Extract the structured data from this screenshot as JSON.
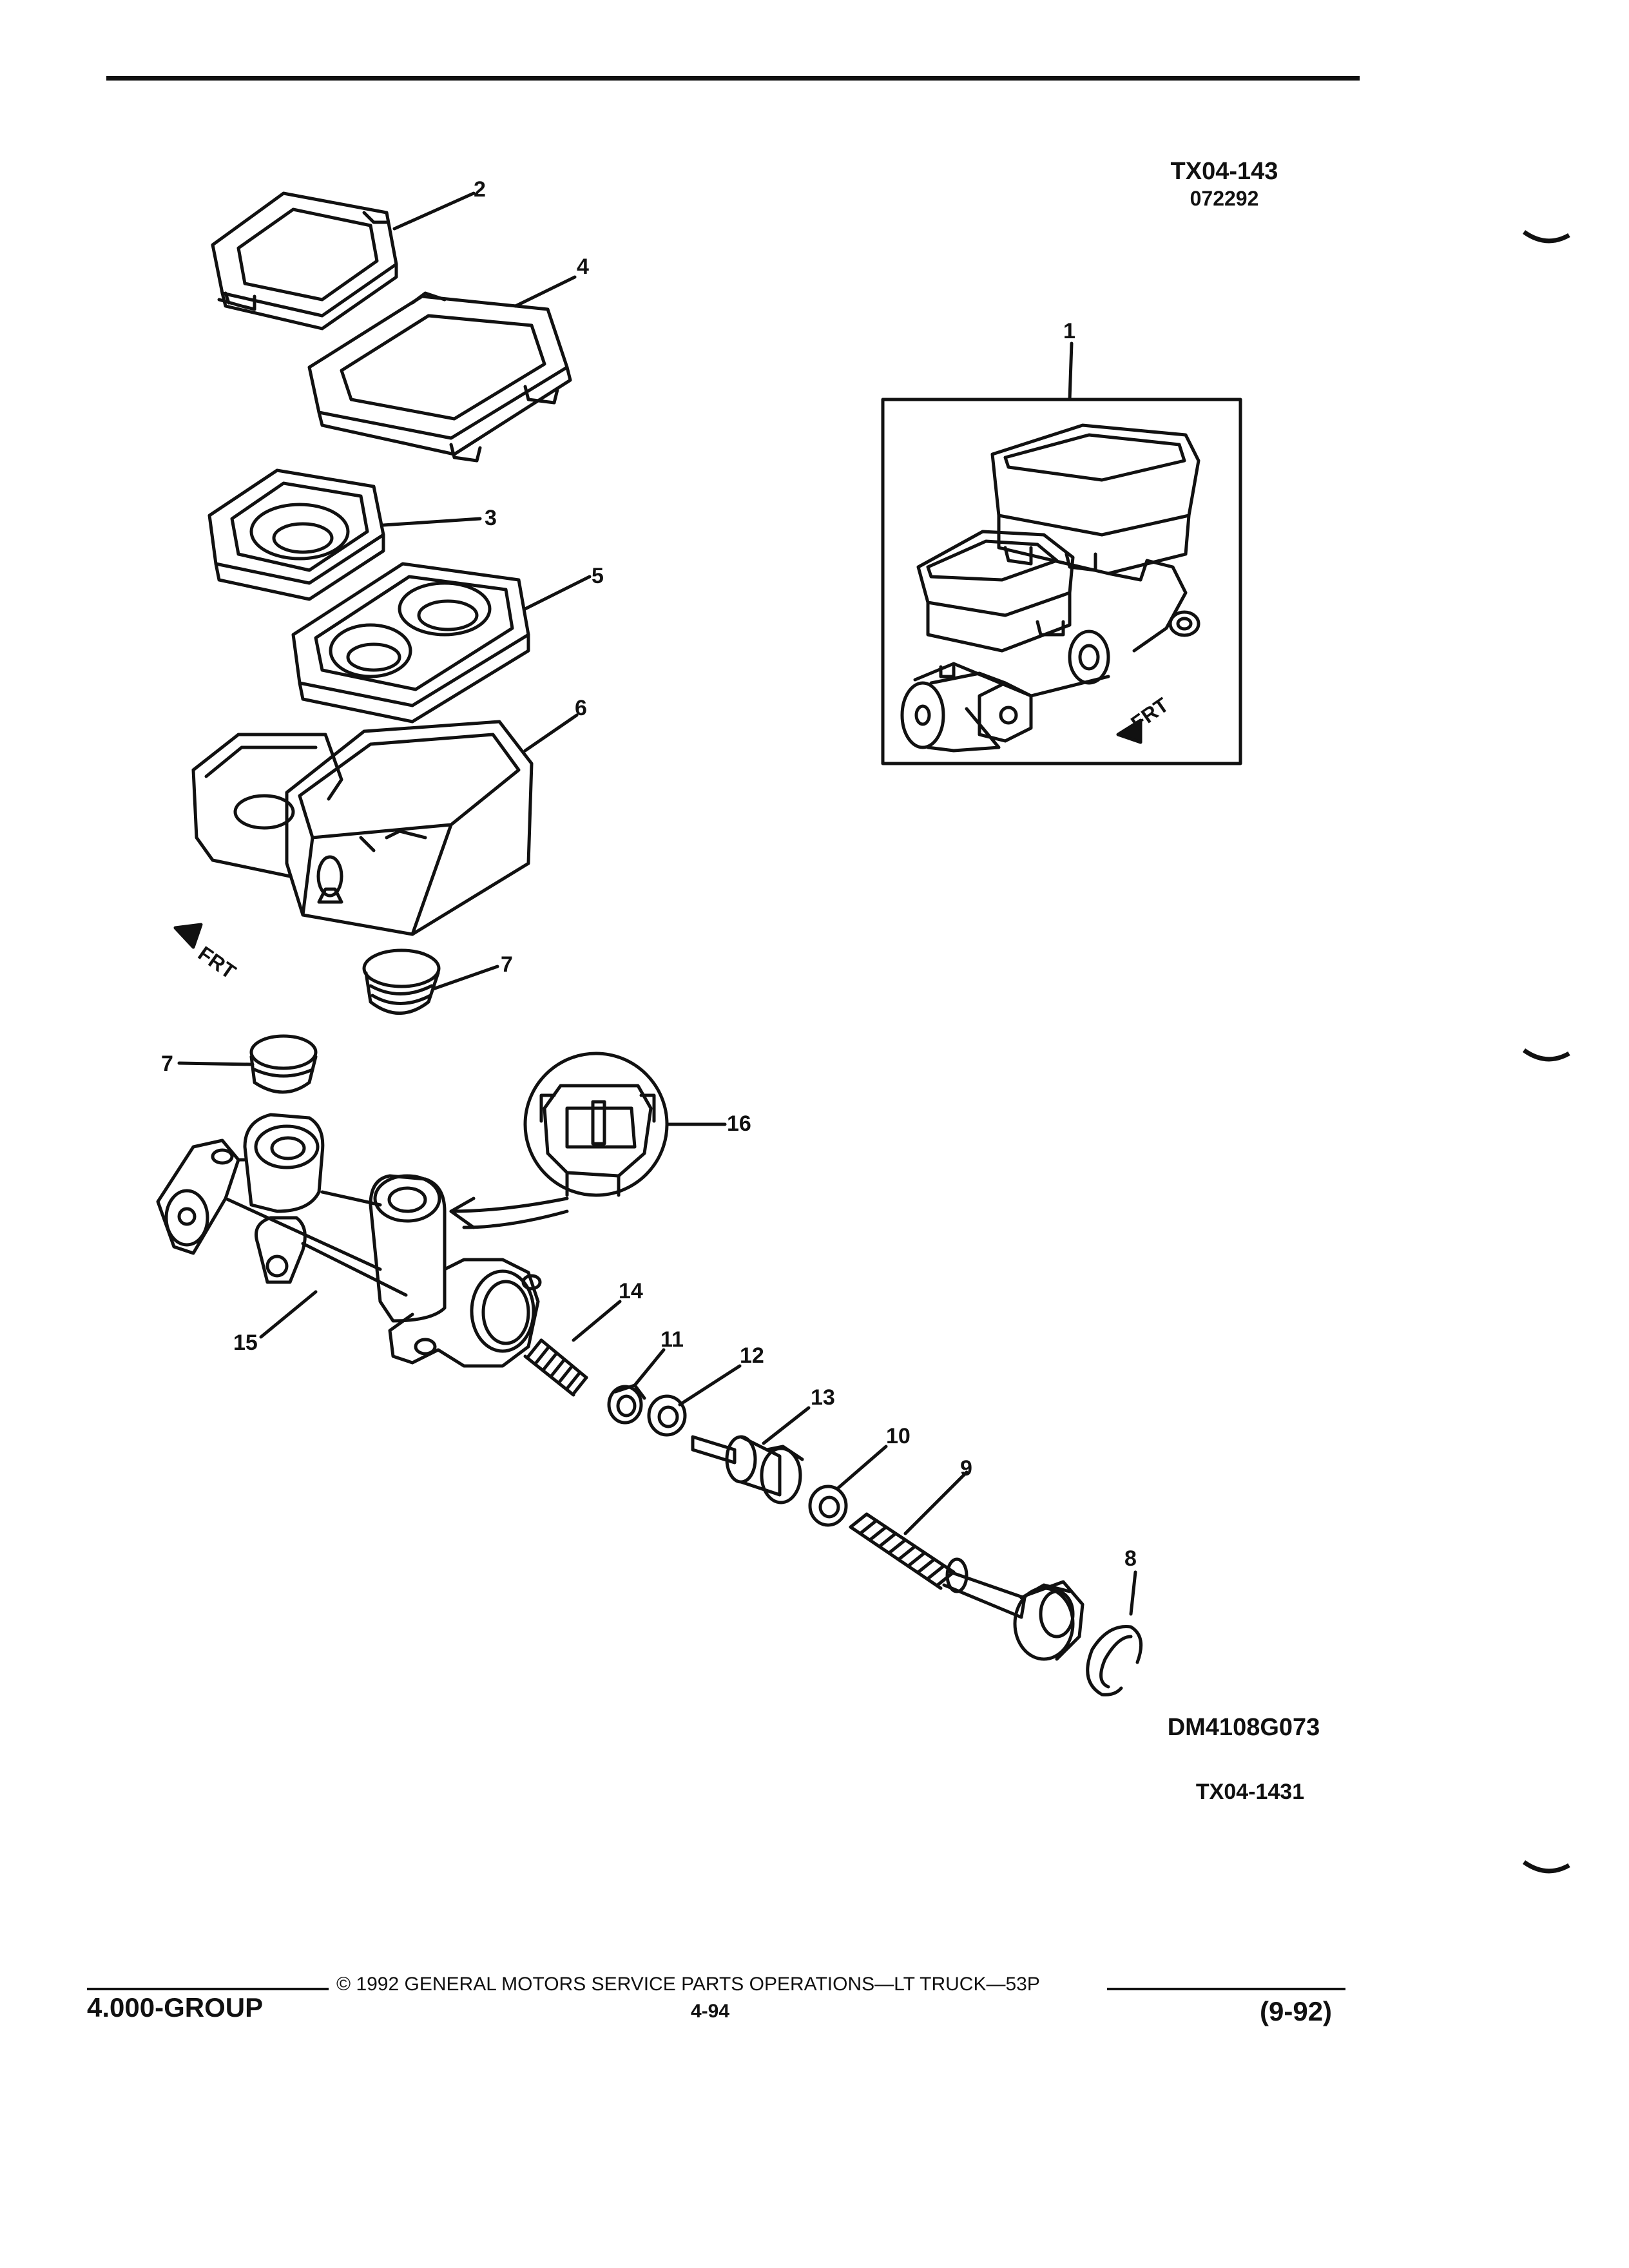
{
  "header": {
    "ref_code": "TX04-143",
    "ref_date": "072292"
  },
  "diagram": {
    "part_numbers": [
      "1",
      "2",
      "3",
      "4",
      "5",
      "6",
      "7",
      "7",
      "8",
      "9",
      "10",
      "11",
      "12",
      "13",
      "14",
      "15",
      "16"
    ],
    "direction_labels": [
      "FRT",
      "FRT"
    ],
    "drawing_code": "DM4108G073",
    "figure_code": "TX04-1431"
  },
  "footer": {
    "copyright": "© 1992 GENERAL MOTORS SERVICE PARTS OPERATIONS—LT TRUCK—53P",
    "group": "4.000-GROUP",
    "page": "4-94",
    "edition": "(9-92)"
  }
}
